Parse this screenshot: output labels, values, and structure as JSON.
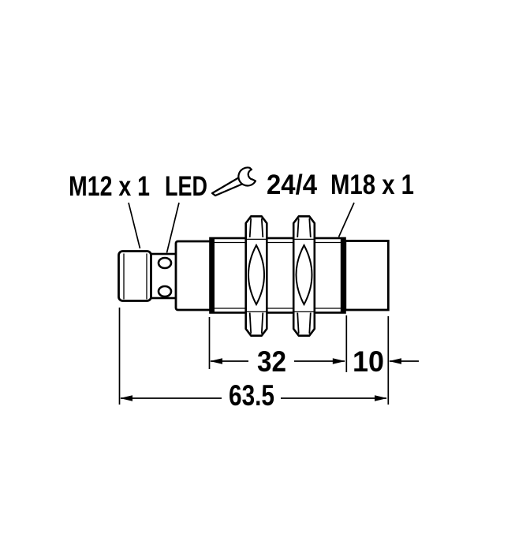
{
  "drawing": {
    "background_color": "#ffffff",
    "line_color": "#000000",
    "callouts": {
      "connector_thread": "M12 x 1",
      "led_label": "LED",
      "wrench_size": "24/4",
      "body_thread": "M18 x 1"
    },
    "dimensions": {
      "thread_length_mm": "32",
      "head_length_mm": "10",
      "overall_length_mm": "63.5"
    },
    "icons": {
      "wrench": "open-end-wrench-icon"
    }
  }
}
